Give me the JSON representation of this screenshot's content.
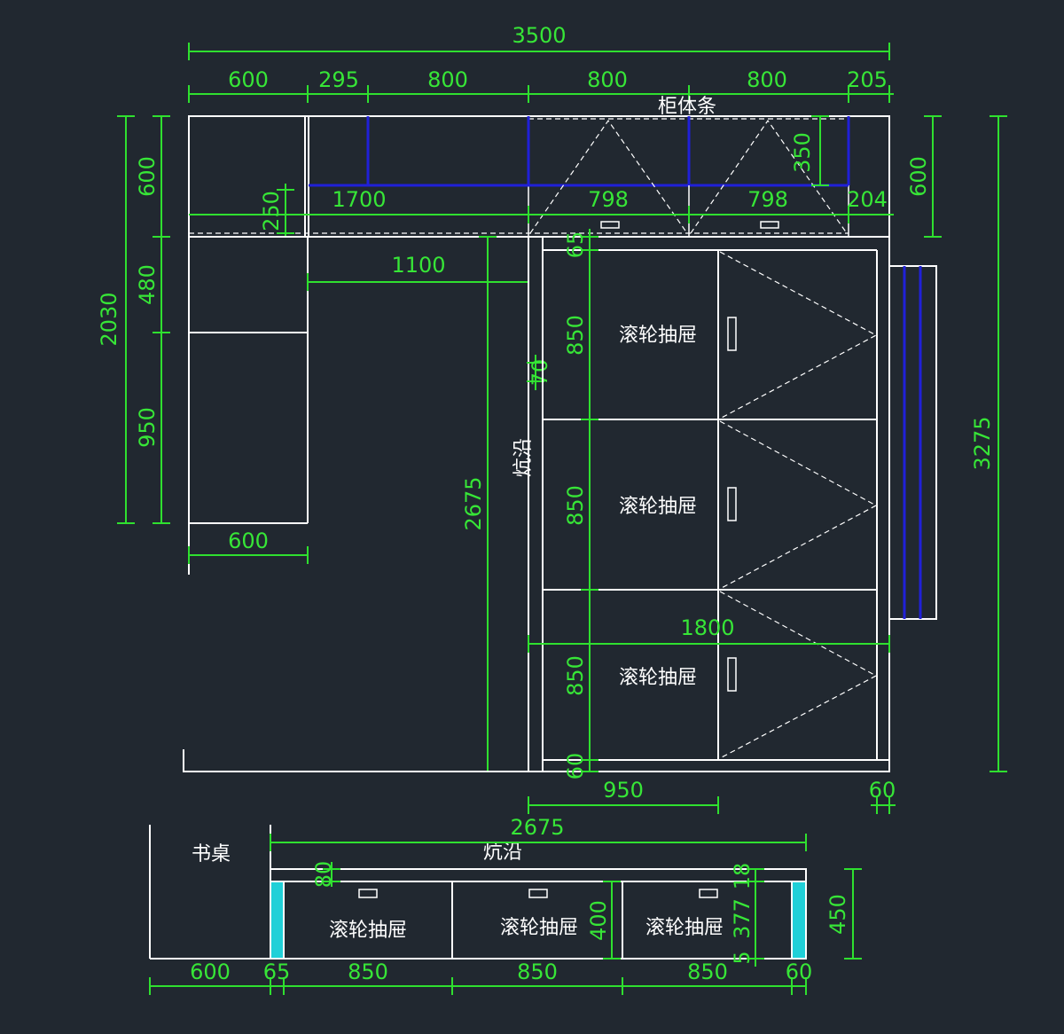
{
  "labels": {
    "cabinet_strip": "柜体条",
    "edge_vertical": "炕沿",
    "desk": "书桌",
    "edge_bottom": "炕沿",
    "roller_drawer": "滚轮抽屉"
  },
  "dims": {
    "total_width": "3500",
    "w600": "600",
    "w295": "295",
    "w800a": "800",
    "w800b": "800",
    "w800c": "800",
    "w205": "205",
    "w1700": "1700",
    "w798a": "798",
    "w798b": "798",
    "w204": "204",
    "h350": "350",
    "h600_right": "600",
    "h250": "250",
    "w1100": "1100",
    "h2030": "2030",
    "h600_left": "600",
    "h480": "480",
    "h950": "950",
    "w600_bottom": "600",
    "h2675": "2675",
    "h70": "70",
    "h65": "65",
    "h850a": "850",
    "h850b": "850",
    "h850c": "850",
    "h60": "60",
    "w1800": "1800",
    "w950": "950",
    "w60": "60",
    "h3275": "3275",
    "b2675": "2675",
    "b80": "80",
    "b400": "400",
    "b377": "377",
    "b18": "18",
    "b5": "5",
    "b450": "450",
    "b600": "600",
    "b65": "65",
    "b850a": "850",
    "b850b": "850",
    "b850c": "850",
    "b60": "60"
  },
  "colors": {
    "background": "#212830",
    "dimension": "#37e637",
    "outline": "#ffffff",
    "rail": "#2020d8",
    "end_panel": "#20d0d8"
  }
}
